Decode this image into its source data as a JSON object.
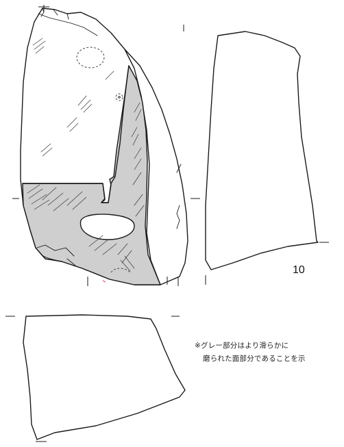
{
  "figure": {
    "number": "10",
    "colors": {
      "ink": "#1a1a1a",
      "polished_area": "#cfcfcf",
      "background": "#ffffff"
    }
  },
  "note": {
    "line1": "※グレー部分はより滑らかに",
    "line2": "磨られた面部分であることを示"
  }
}
